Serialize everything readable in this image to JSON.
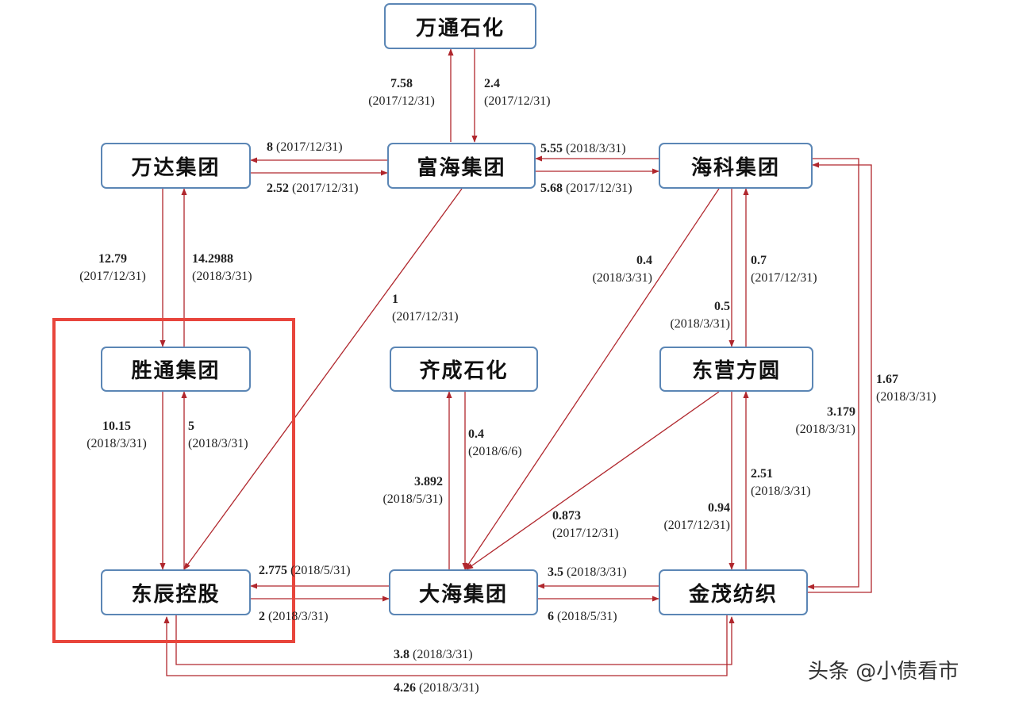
{
  "nodes": {
    "wantong": "万通石化",
    "wanda": "万达集团",
    "fuhai": "富海集团",
    "haike": "海科集团",
    "shengtong": "胜通集团",
    "qicheng": "齐成石化",
    "dongying": "东营方圆",
    "dongchen": "东辰控股",
    "dahai": "大海集团",
    "jinmao": "金茂纺织"
  },
  "edges": [
    {
      "id": "e1",
      "from": "富海集团",
      "to": "万通石化",
      "amount": "7.58",
      "date": "(2017/12/31)"
    },
    {
      "id": "e2",
      "from": "万通石化",
      "to": "富海集团",
      "amount": "2.4",
      "date": "(2017/12/31)"
    },
    {
      "id": "e3",
      "from": "富海集团",
      "to": "万达集团",
      "amount": "8",
      "date": "(2017/12/31)"
    },
    {
      "id": "e4",
      "from": "万达集团",
      "to": "富海集团",
      "amount": "2.52",
      "date": "(2017/12/31)"
    },
    {
      "id": "e5",
      "from": "海科集团",
      "to": "富海集团",
      "amount": "5.55",
      "date": "(2018/3/31)"
    },
    {
      "id": "e6",
      "from": "富海集团",
      "to": "海科集团",
      "amount": "5.68",
      "date": "(2017/12/31)"
    },
    {
      "id": "e7",
      "from": "万达集团",
      "to": "胜通集团",
      "amount": "12.79",
      "date": "(2017/12/31)"
    },
    {
      "id": "e8",
      "from": "胜通集团",
      "to": "万达集团",
      "amount": "14.2988",
      "date": "(2018/3/31)"
    },
    {
      "id": "e9",
      "from": "富海集团",
      "to": "东辰控股",
      "amount": "1",
      "date": "(2017/12/31)"
    },
    {
      "id": "e10",
      "from": "海科集团",
      "to": "大海集团",
      "amount": "0.4",
      "date": "(2018/3/31)"
    },
    {
      "id": "e11",
      "from": "东营方圆",
      "to": "海科集团",
      "amount": "0.7",
      "date": "(2017/12/31)"
    },
    {
      "id": "e12",
      "from": "海科集团",
      "to": "东营方圆",
      "amount": "0.5",
      "date": "(2018/3/31)"
    },
    {
      "id": "e13",
      "from": "金茂纺织",
      "to": "海科集团",
      "amount": "1.67",
      "date": "(2018/3/31)"
    },
    {
      "id": "e14",
      "from": "海科集团",
      "to": "金茂纺织",
      "amount": "3.179",
      "date": "(2018/3/31)"
    },
    {
      "id": "e15",
      "from": "胜通集团",
      "to": "东辰控股",
      "amount": "10.15",
      "date": "(2018/3/31)"
    },
    {
      "id": "e16",
      "from": "东辰控股",
      "to": "胜通集团",
      "amount": "5",
      "date": "(2018/3/31)"
    },
    {
      "id": "e17",
      "from": "大海集团",
      "to": "齐成石化",
      "amount": "3.892",
      "date": "(2018/5/31)"
    },
    {
      "id": "e18",
      "from": "齐成石化",
      "to": "大海集团",
      "amount": "0.4",
      "date": "(2018/6/6)"
    },
    {
      "id": "e19",
      "from": "东营方圆",
      "to": "大海集团",
      "amount": "0.873",
      "date": "(2017/12/31)"
    },
    {
      "id": "e20",
      "from": "东营方圆",
      "to": "金茂纺织",
      "amount": "0.94",
      "date": "(2017/12/31)"
    },
    {
      "id": "e21",
      "from": "金茂纺织",
      "to": "东营方圆",
      "amount": "2.51",
      "date": "(2018/3/31)"
    },
    {
      "id": "e22",
      "from": "大海集团",
      "to": "东辰控股",
      "amount": "2.775",
      "date": "(2018/5/31)"
    },
    {
      "id": "e23",
      "from": "东辰控股",
      "to": "大海集团",
      "amount": "2",
      "date": "(2018/3/31)"
    },
    {
      "id": "e24",
      "from": "金茂纺织",
      "to": "大海集团",
      "amount": "3.5",
      "date": "(2018/3/31)"
    },
    {
      "id": "e25",
      "from": "大海集团",
      "to": "金茂纺织",
      "amount": "6",
      "date": "(2018/5/31)"
    },
    {
      "id": "e26",
      "from": "东辰控股",
      "to": "金茂纺织",
      "amount": "3.8",
      "date": "(2018/3/31)"
    },
    {
      "id": "e27",
      "from": "金茂纺织",
      "to": "东辰控股",
      "amount": "4.26",
      "date": "(2018/3/31)"
    }
  ],
  "colors": {
    "arrow": "#b0272d",
    "node_border": "#5b86b5",
    "highlight": "#e8453c"
  },
  "watermark": "头条 @小债看市"
}
